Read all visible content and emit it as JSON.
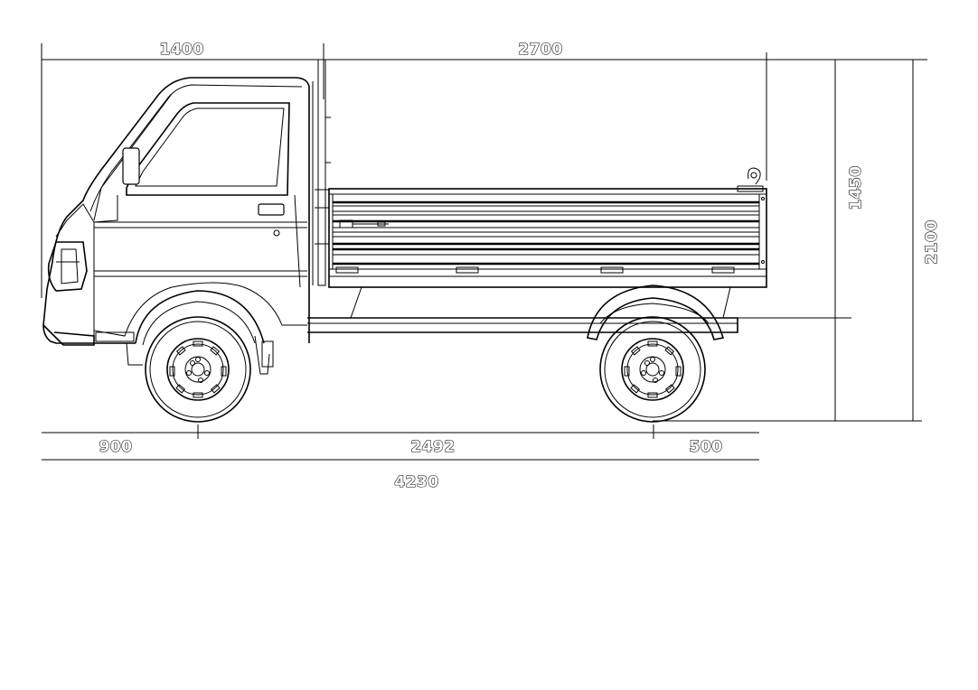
{
  "dimensions": {
    "cab_length": "1400",
    "cargo_length": "2700",
    "cargo_height": "1450",
    "total_height": "2100",
    "front_overhang": "900",
    "wheelbase": "2492",
    "rear_overhang": "500",
    "total_length": "4230"
  },
  "colors": {
    "line": "#000000",
    "background": "#ffffff"
  }
}
